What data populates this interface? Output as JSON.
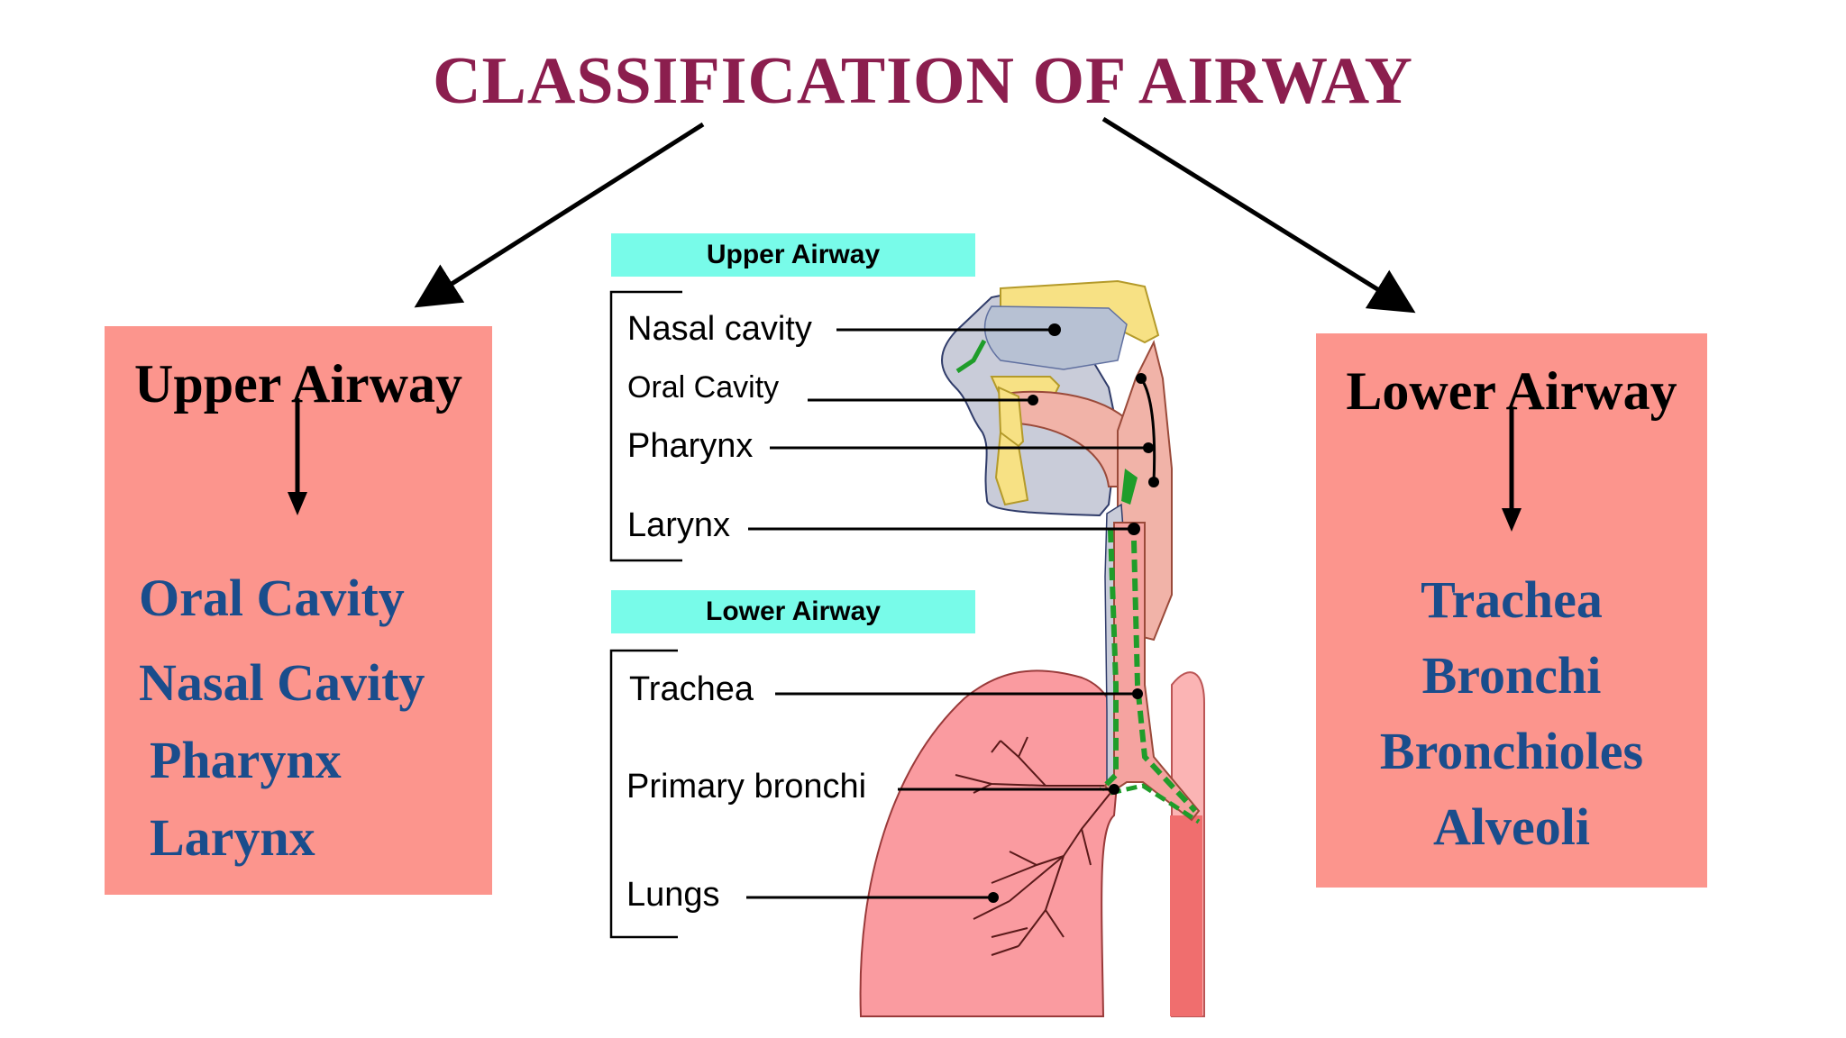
{
  "title": "CLASSIFICATION OF AIRWAY",
  "upper_box": {
    "heading": "Upper Airway",
    "items": [
      "Oral Cavity",
      "Nasal Cavity",
      "Pharynx",
      "Larynx"
    ]
  },
  "lower_box": {
    "heading": "Lower Airway",
    "items": [
      "Trachea",
      "Bronchi",
      "Bronchioles",
      "Alveoli"
    ]
  },
  "diagram": {
    "upper_heading": "Upper Airway",
    "upper_labels": [
      "Nasal cavity",
      "Oral Cavity",
      "Pharynx",
      "Larynx"
    ],
    "lower_heading": "Lower Airway",
    "lower_labels": [
      "Trachea",
      "Primary bronchi",
      "Lungs"
    ]
  },
  "colors": {
    "title": "#8b1e4e",
    "box_fill": "#fc958d",
    "box_list_text": "#1a4d8c",
    "mini_heading_fill": "#78fbe9"
  }
}
